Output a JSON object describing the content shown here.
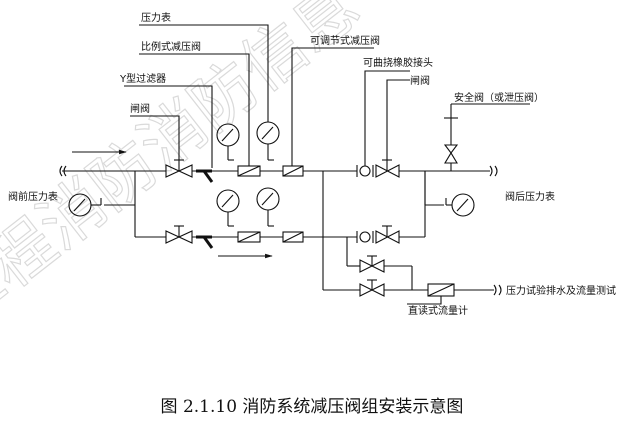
{
  "labels": {
    "gauge": "压力表",
    "proportional_prv": "比例式减压阀",
    "y_strainer": "Y型过滤器",
    "gate_valve_left": "闸阀",
    "adjustable_prv": "可调节式减压阀",
    "flex_joint": "可曲挠橡胶接头",
    "gate_valve_right": "闸阀",
    "safety_valve": "安全阀（或泄压阀）",
    "inlet_gauge": "阀前压力表",
    "outlet_gauge": "阀后压力表",
    "test_drain": "压力试验排水及流量测试",
    "flowmeter": "直读式流量计"
  },
  "caption": "图 2.1.10  消防系统减压阀组安装示意图",
  "watermark": "工程消防消防信息"
}
